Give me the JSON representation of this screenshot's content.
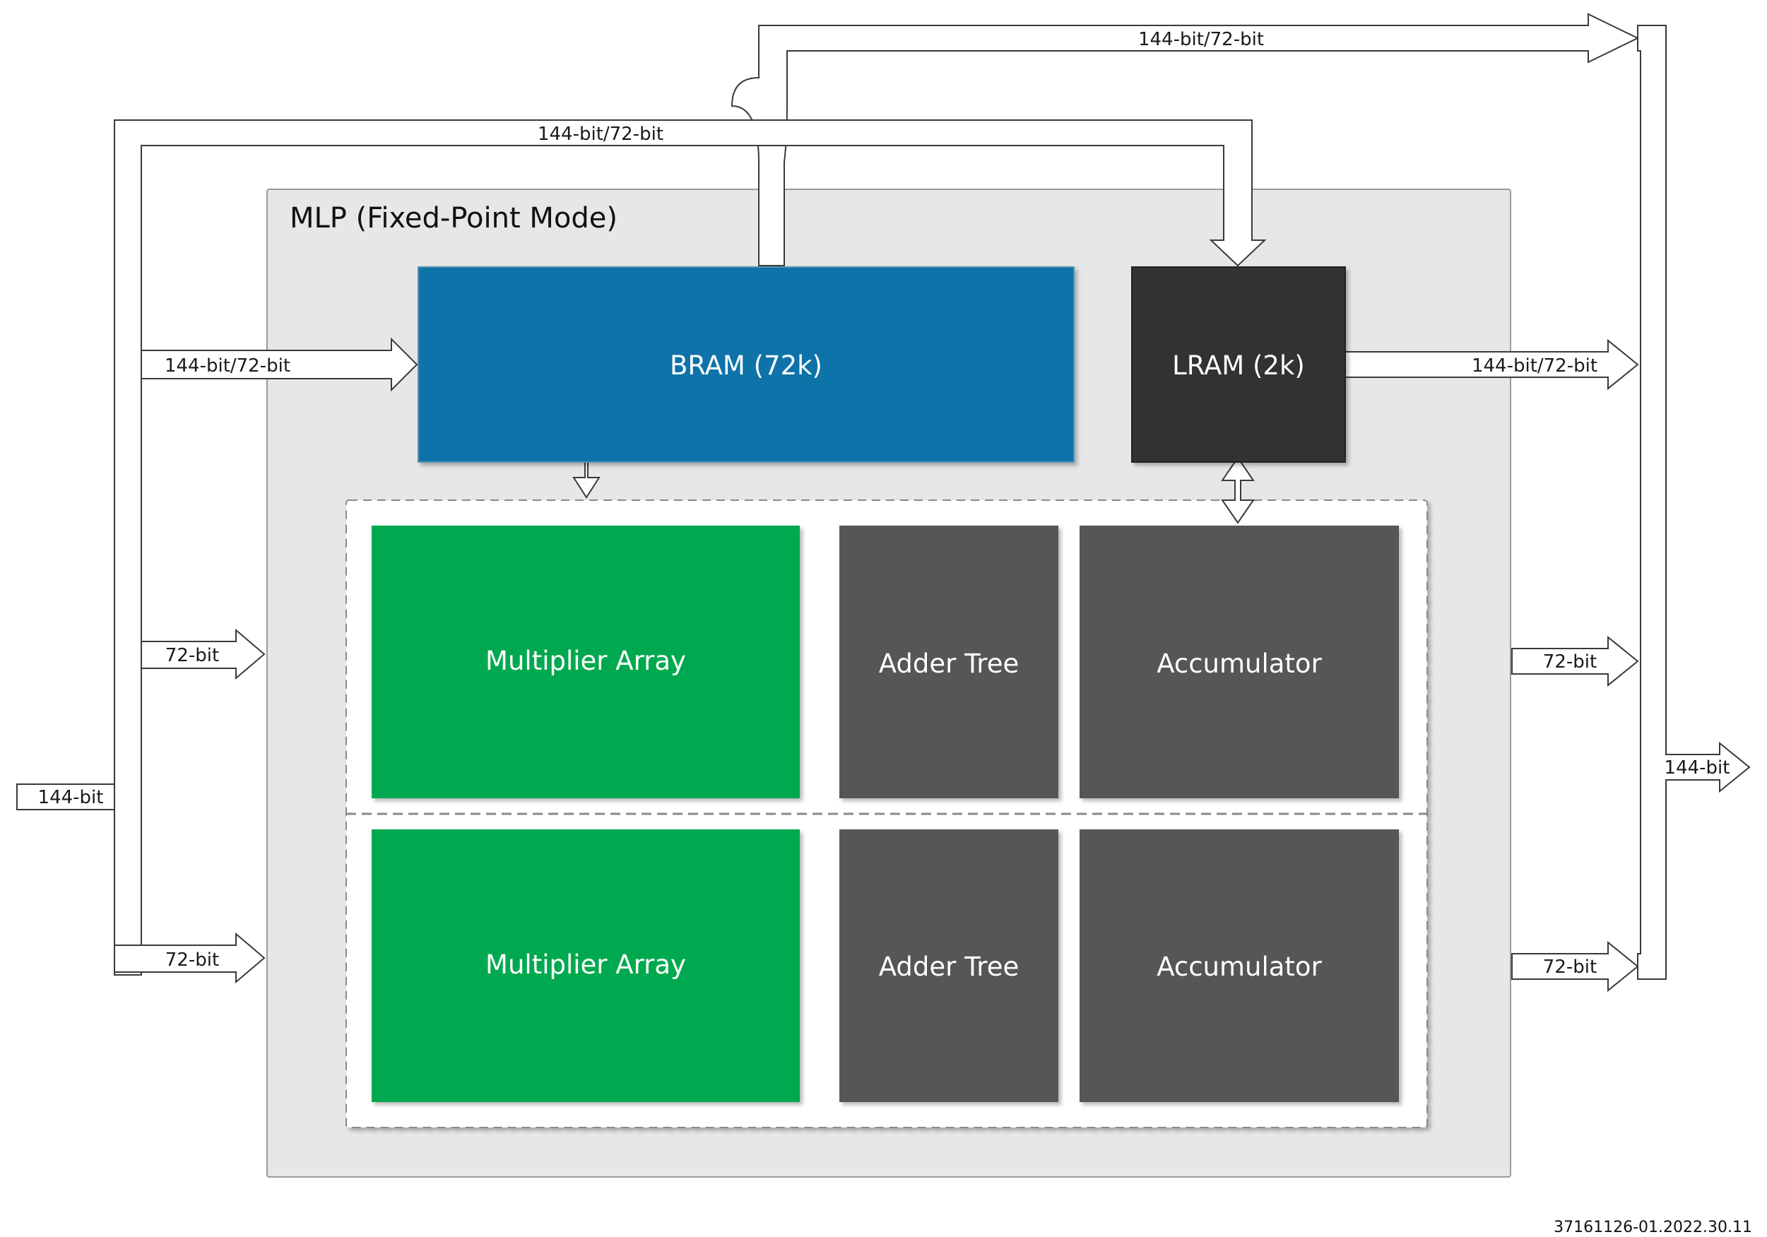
{
  "title": "MLP (Fixed-Point Mode)",
  "blocks": {
    "bram": "BRAM (72k)",
    "lram": "LRAM (2k)",
    "mult_top": "Multiplier Array",
    "mult_bottom": "Multiplier Array",
    "adder_top": "Adder Tree",
    "adder_bottom": "Adder Tree",
    "acc_top": "Accumulator",
    "acc_bottom": "Accumulator"
  },
  "signals": {
    "top_out_bus": "144-bit/72-bit",
    "top_in_bus": "144-bit/72-bit",
    "bram_in": "144-bit/72-bit",
    "lram_out": "144-bit/72-bit",
    "in_72_top": "72-bit",
    "in_72_bottom": "72-bit",
    "in_144": "144-bit",
    "out_72_top": "72-bit",
    "out_72_bottom": "72-bit",
    "out_144": "144-bit"
  },
  "figure_id": "37161126-01.2022.30.11",
  "colors": {
    "bram": "#1073a8",
    "lram": "#333333",
    "multiplier": "#00a94f",
    "adder": "#565656",
    "accumulator": "#565656",
    "mlp_bg": "#e6e7e9"
  }
}
